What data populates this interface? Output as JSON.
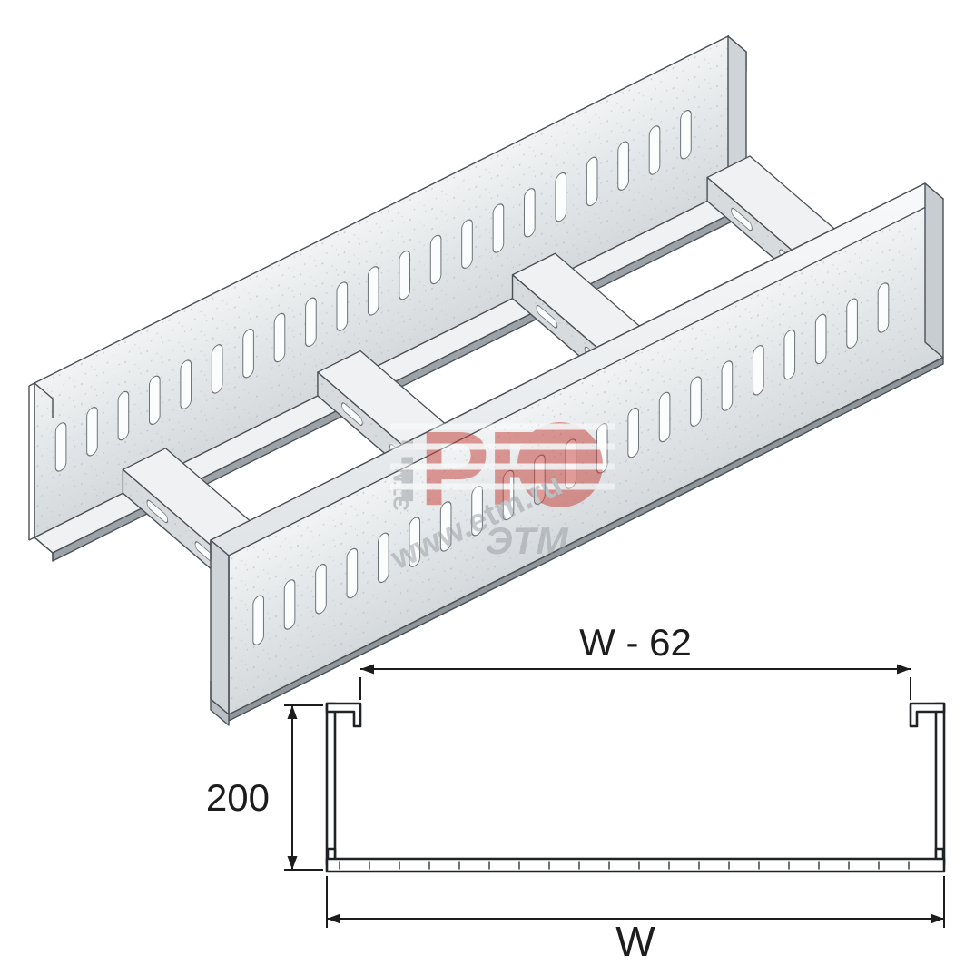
{
  "watermark": {
    "logo_letters": "PR",
    "logo_i": "i",
    "url": "www.etm.ru",
    "brand": "ЭТМ"
  },
  "dimensions": {
    "inner_width": "W - 62",
    "height": "200",
    "outer_width": "W"
  },
  "colors": {
    "outline": "#4b5055",
    "metal_light": "#f0f2f4",
    "metal_mid": "#d9dde0",
    "metal_dark": "#9aa1a7",
    "watermark_red": "#c43c34",
    "watermark_gray": "#969ca1",
    "drawing_ink": "#1c1c1c"
  }
}
